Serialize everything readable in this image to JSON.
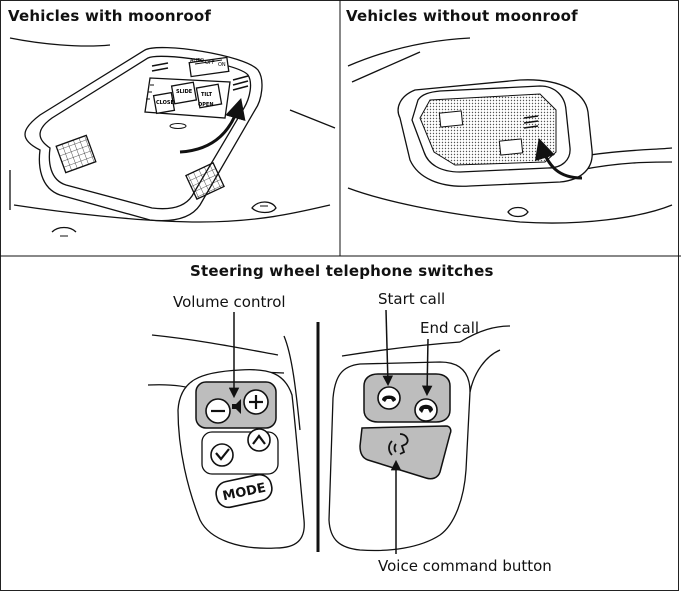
{
  "panels": {
    "with_moonroof": {
      "title": "Vehicles with moonroof"
    },
    "without_moonroof": {
      "title": "Vehicles without moonroof"
    },
    "steering": {
      "title": "Steering wheel telephone switches"
    }
  },
  "callouts": {
    "volume_control": "Volume control",
    "start_call": "Start call",
    "end_call": "End call",
    "voice_command": "Voice command button"
  },
  "button_text": {
    "mode": "MODE",
    "slide": "SLIDE",
    "tilt": "TILT",
    "close": "CLOSE",
    "open": "OPEN",
    "auto": "AUTO",
    "off": "OFF",
    "on": "ON"
  },
  "colors": {
    "line": "#111111",
    "button_gray": "#bdbdbd"
  }
}
